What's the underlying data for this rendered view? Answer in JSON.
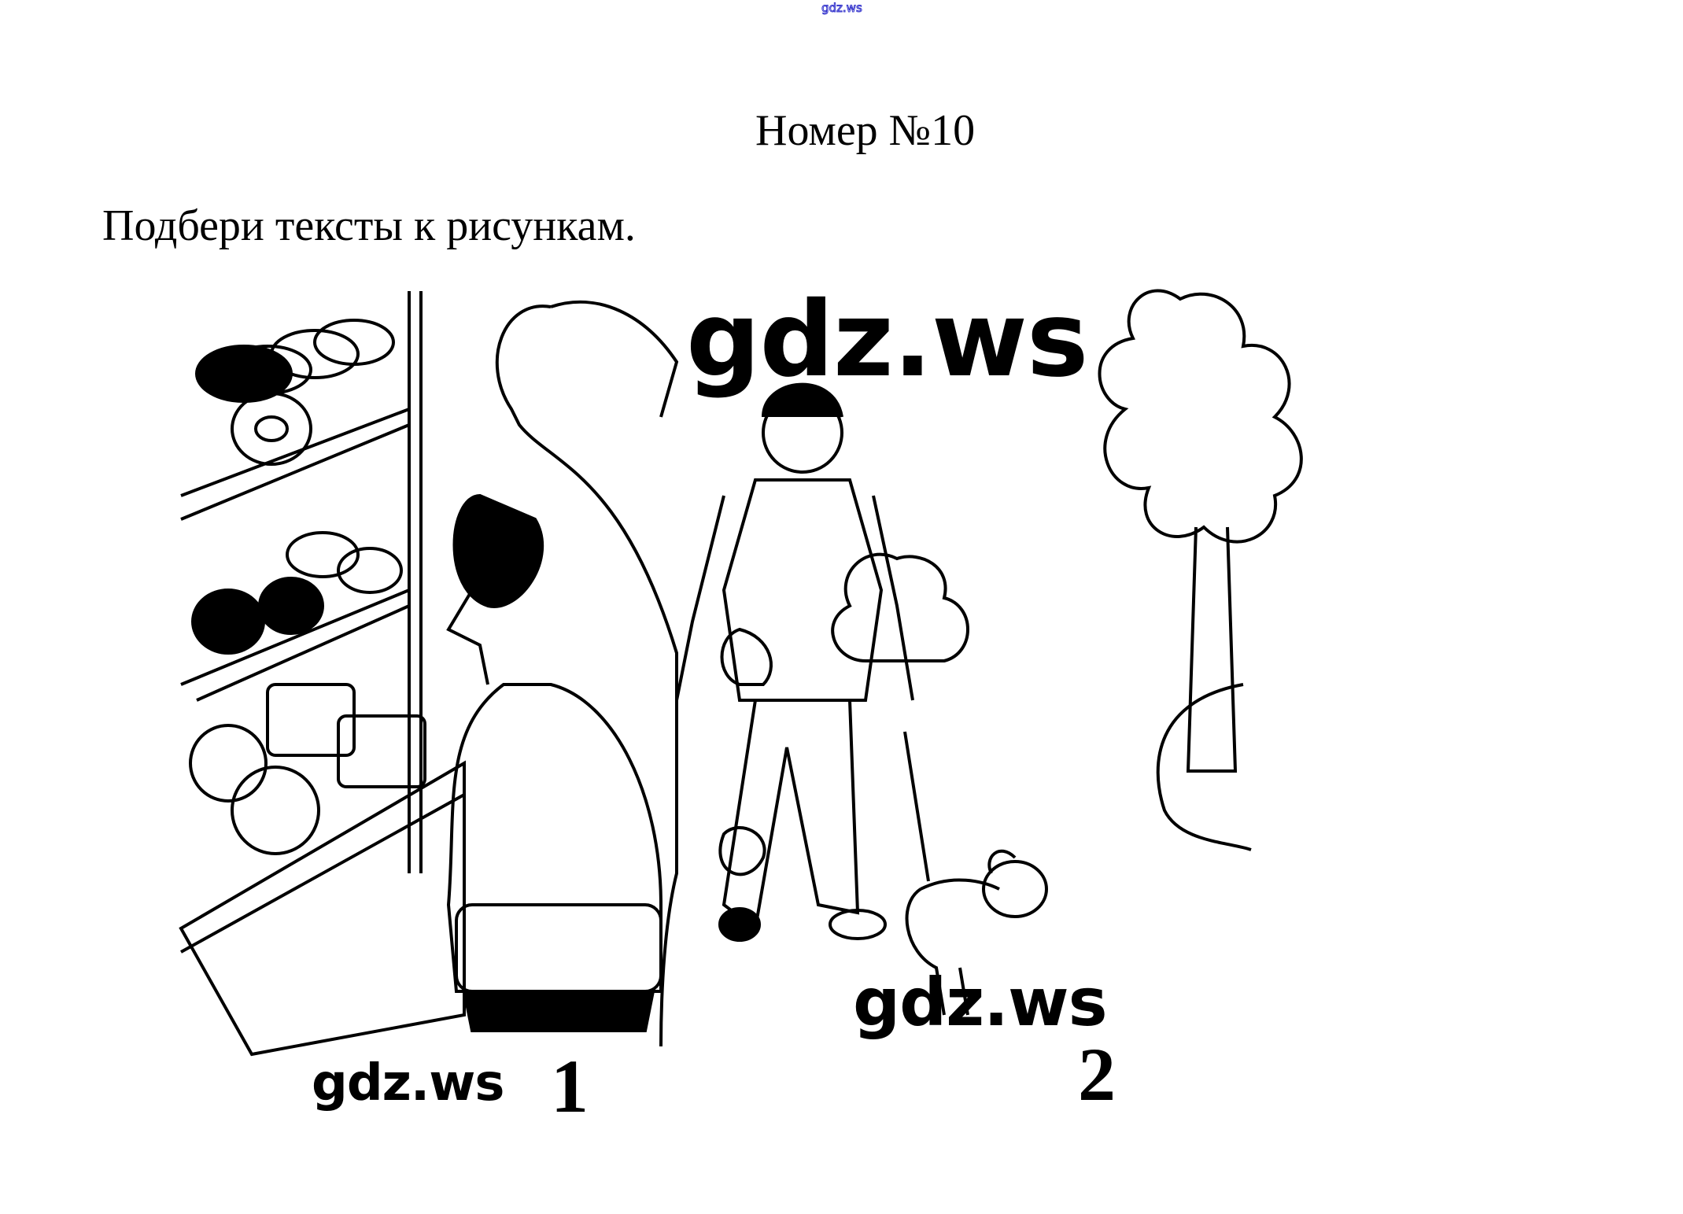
{
  "header": {
    "site_link": "gdz.ws"
  },
  "title": "Номер №10",
  "task": "Подбери тексты к рисункам.",
  "pictures": [
    {
      "number": "1",
      "subject": "bakery-scene"
    },
    {
      "number": "2",
      "subject": "boy-walking-dog"
    }
  ],
  "watermarks": [
    "gdz.ws",
    "gdz.ws",
    "gdz.ws"
  ]
}
